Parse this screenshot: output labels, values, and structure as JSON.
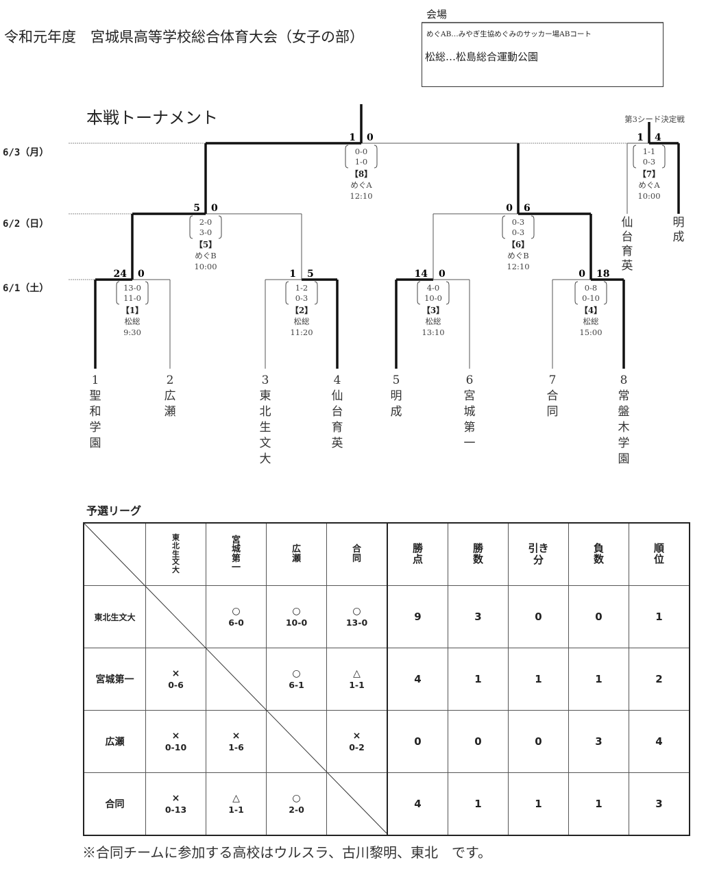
{
  "header": {
    "title": "令和元年度　宮城県高等学校総合体育大会（女子の部）",
    "venue_label": "会場",
    "venues": [
      "めぐAB…みやぎ生協めぐみのサッカー場ABコート",
      "松総…松島総合運動公園"
    ]
  },
  "bracket": {
    "title": "本戦トーナメント",
    "dates": [
      "6/3（月）",
      "6/2（日）",
      "6/1（土）"
    ],
    "third_seed_label": "第3シード決定戦",
    "teams": [
      {
        "seed": "1",
        "name": "聖和学園"
      },
      {
        "seed": "2",
        "name": "広瀬"
      },
      {
        "seed": "3",
        "name": "東北生文大"
      },
      {
        "seed": "4",
        "name": "仙台育英"
      },
      {
        "seed": "5",
        "name": "明成"
      },
      {
        "seed": "6",
        "name": "宮城第一"
      },
      {
        "seed": "7",
        "name": "合同"
      },
      {
        "seed": "8",
        "name": "常盤木学園"
      }
    ],
    "matches": [
      {
        "id": "1",
        "left_score": "24",
        "right_score": "0",
        "halves": [
          "13-0",
          "11-0"
        ],
        "label": "【1】",
        "venue": "松総",
        "time": "9:30"
      },
      {
        "id": "2",
        "left_score": "1",
        "right_score": "5",
        "halves": [
          "1-2",
          "0-3"
        ],
        "label": "【2】",
        "venue": "松総",
        "time": "11:20"
      },
      {
        "id": "3",
        "left_score": "14",
        "right_score": "0",
        "halves": [
          "4-0",
          "10-0"
        ],
        "label": "【3】",
        "venue": "松総",
        "time": "13:10"
      },
      {
        "id": "4",
        "left_score": "0",
        "right_score": "18",
        "halves": [
          "0-8",
          "0-10"
        ],
        "label": "【4】",
        "venue": "松総",
        "time": "15:00"
      },
      {
        "id": "5",
        "left_score": "5",
        "right_score": "0",
        "halves": [
          "2-0",
          "3-0"
        ],
        "label": "【5】",
        "venue": "めぐB",
        "time": "10:00"
      },
      {
        "id": "6",
        "left_score": "0",
        "right_score": "6",
        "halves": [
          "0-3",
          "0-3"
        ],
        "label": "【6】",
        "venue": "めぐB",
        "time": "12:10"
      },
      {
        "id": "8",
        "left_score": "1",
        "right_score": "0",
        "halves": [
          "0-0",
          "1-0"
        ],
        "label": "【8】",
        "venue": "めぐA",
        "time": "12:10"
      },
      {
        "id": "7",
        "left_score": "1",
        "right_score": "4",
        "halves": [
          "1-1",
          "0-3"
        ],
        "label": "【7】",
        "venue": "めぐA",
        "time": "10:00"
      }
    ],
    "third_seed_teams": [
      "仙台育英",
      "明成"
    ]
  },
  "league": {
    "title": "予選リーグ",
    "columns": [
      "東北生文大",
      "宮城第一",
      "広瀬",
      "合同"
    ],
    "stat_headers": [
      "勝点",
      "勝数",
      "引き分",
      "負数",
      "順位"
    ],
    "rows": [
      {
        "team": "東北生文大",
        "results": [
          null,
          {
            "mark": "○",
            "score": "6-0"
          },
          {
            "mark": "○",
            "score": "10-0"
          },
          {
            "mark": "○",
            "score": "13-0"
          }
        ],
        "stats": [
          "9",
          "3",
          "0",
          "0",
          "1"
        ]
      },
      {
        "team": "宮城第一",
        "results": [
          {
            "mark": "×",
            "score": "0-6"
          },
          null,
          {
            "mark": "○",
            "score": "6-1"
          },
          {
            "mark": "△",
            "score": "1-1"
          }
        ],
        "stats": [
          "4",
          "1",
          "1",
          "1",
          "2"
        ]
      },
      {
        "team": "広瀬",
        "results": [
          {
            "mark": "×",
            "score": "0-10"
          },
          {
            "mark": "×",
            "score": "1-6"
          },
          null,
          {
            "mark": "×",
            "score": "0-2"
          }
        ],
        "stats": [
          "0",
          "0",
          "0",
          "3",
          "4"
        ]
      },
      {
        "team": "合同",
        "results": [
          {
            "mark": "×",
            "score": "0-13"
          },
          {
            "mark": "△",
            "score": "1-1"
          },
          {
            "mark": "○",
            "score": "2-0"
          },
          null
        ],
        "stats": [
          "4",
          "1",
          "1",
          "1",
          "3"
        ]
      }
    ]
  },
  "note": "※合同チームに参加する高校はウルスラ、古川黎明、東北　です。"
}
